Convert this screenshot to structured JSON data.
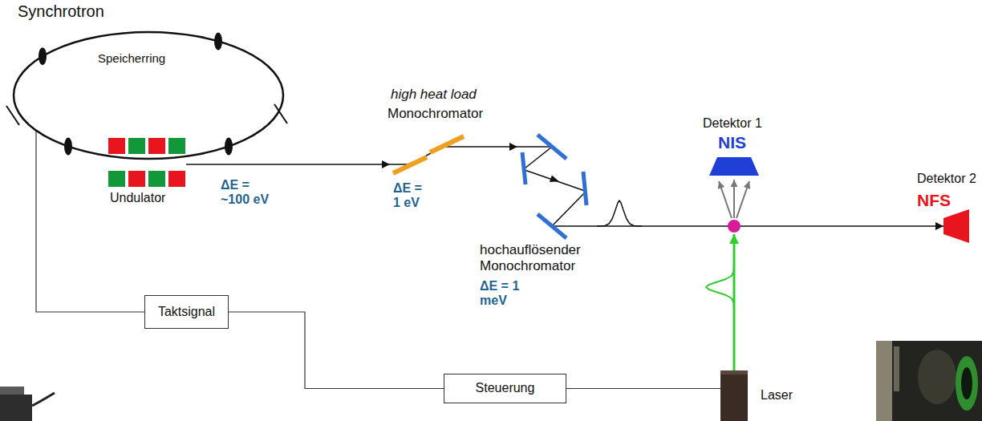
{
  "diagram": {
    "nodes": [
      {
        "text": [
          "Synchrotron",
          "Speicherring"
        ]
      },
      {
        "text": [
          "Undulator"
        ]
      },
      {
        "text": [
          "high heat load",
          "Monochromator"
        ]
      },
      {
        "text": [
          "hochauflösender Monochromator"
        ]
      },
      {
        "text": [
          "Detektor 1",
          "NIS"
        ]
      },
      {
        "text": [
          "Detektor 2",
          "NFS"
        ]
      },
      {
        "text": [
          "Taktsignal"
        ]
      },
      {
        "text": [
          "Steuerung"
        ]
      },
      {
        "text": [
          "Laser"
        ]
      }
    ],
    "edges": [
      {
        "from": 1,
        "to": 2,
        "arrow": "to"
      },
      {
        "from": 2,
        "to": 3,
        "arrow": "to"
      },
      {
        "from": 3,
        "to": 5,
        "arrow": "to"
      },
      {
        "from": 0,
        "to": 6,
        "arrow": "none"
      },
      {
        "from": 6,
        "to": 7,
        "arrow": "none"
      },
      {
        "from": 7,
        "to": 8,
        "arrow": "none"
      }
    ],
    "labels": [
      "ΔE = ~100 eV",
      "ΔE = 1 eV",
      "ΔE = 1 meV"
    ]
  }
}
